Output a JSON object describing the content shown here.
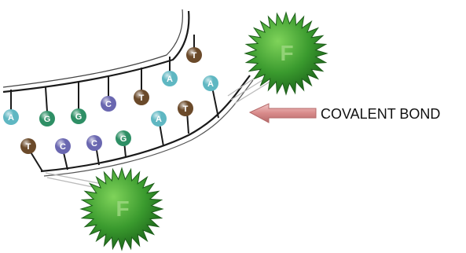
{
  "annotation": {
    "text": "COVALENT BOND"
  },
  "fluorophores": {
    "top_label": "F",
    "bottom_label": "F"
  },
  "colors": {
    "A": "#5fb7c2",
    "G": "#2e8f65",
    "C": "#6a67b0",
    "T": "#6b4a2a",
    "fluorophore": "#3a9a2e",
    "arrow": "#d88a8a"
  },
  "strand_upper": {
    "bases": [
      "A",
      "G",
      "G",
      "C",
      "T",
      "A",
      "T"
    ]
  },
  "strand_lower": {
    "bases": [
      "T",
      "C",
      "C",
      "G",
      "A",
      "T",
      "A"
    ]
  }
}
